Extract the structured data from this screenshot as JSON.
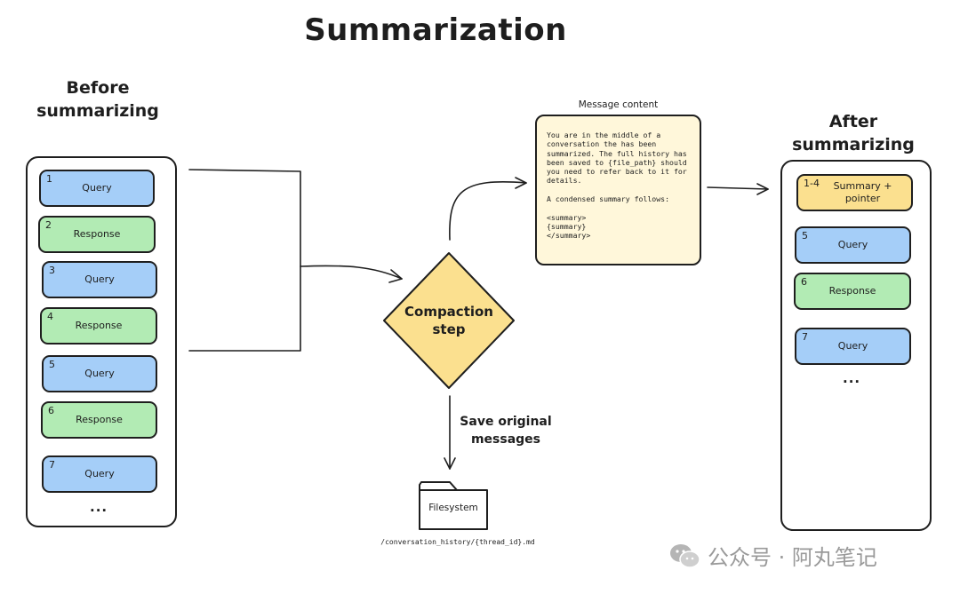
{
  "title": "Summarization",
  "before": {
    "heading_line1": "Before",
    "heading_line2": "summarizing",
    "items": [
      {
        "num": "1",
        "label": "Query"
      },
      {
        "num": "2",
        "label": "Response"
      },
      {
        "num": "3",
        "label": "Query"
      },
      {
        "num": "4",
        "label": "Response"
      },
      {
        "num": "5",
        "label": "Query"
      },
      {
        "num": "6",
        "label": "Response"
      },
      {
        "num": "7",
        "label": "Query"
      }
    ],
    "ellipsis": "..."
  },
  "compaction": {
    "line1": "Compaction",
    "line2": "step"
  },
  "message": {
    "label": "Message content",
    "content": "You are in the middle of a\nconversation the has been\nsummarized. The full history has\nbeen saved to {file_path} should\nyou need to refer back to it for\ndetails.\n\nA condensed summary follows:\n\n<summary>\n{summary}\n</summary>"
  },
  "after": {
    "heading_line1": "After",
    "heading_line2": "summarizing",
    "summary_num": "1-4",
    "summary_label_line1": "Summary +",
    "summary_label_line2": "pointer",
    "items": [
      {
        "num": "5",
        "label": "Query"
      },
      {
        "num": "6",
        "label": "Response"
      },
      {
        "num": "7",
        "label": "Query"
      }
    ],
    "ellipsis": "..."
  },
  "save": {
    "line1": "Save original",
    "line2": "messages"
  },
  "filesystem": {
    "label": "Filesystem",
    "path": "/conversation_history/{thread_id}.md"
  },
  "watermark": {
    "text": "公众号 · 阿丸笔记",
    "icon": "wechat-icon"
  },
  "colors": {
    "query": "#a5cef8",
    "response": "#b2ebb4",
    "summary": "#fbe08f",
    "note": "#fff7da",
    "stroke": "#1e1e1e"
  }
}
